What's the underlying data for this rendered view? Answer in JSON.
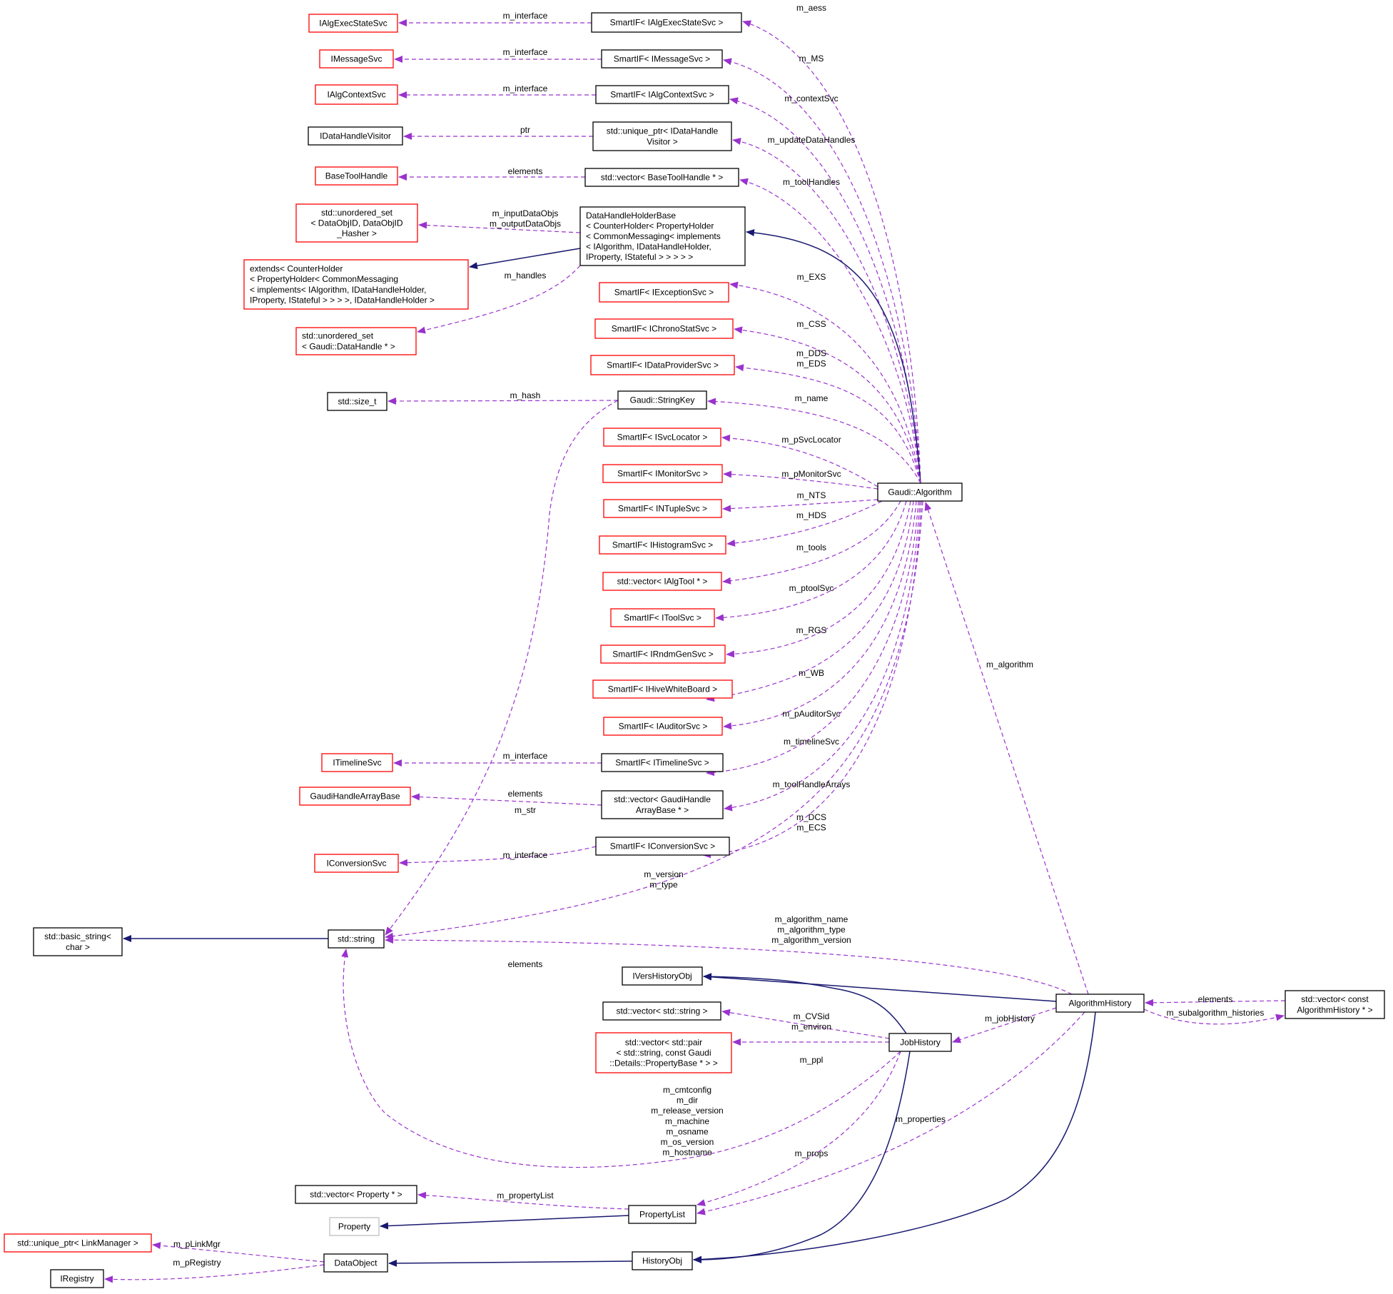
{
  "colors": {
    "border_default": "#000000",
    "border_incomplete": "#ff0000",
    "border_external": "#bfbfbf",
    "highlight_fill": "#bfbfbf",
    "inherit_edge": "#191970",
    "usage_edge": "#9a32cd"
  },
  "nodes": [
    {
      "id": "ialgexecstatesvc",
      "lines": [
        "IAlgExecStateSvc"
      ],
      "style": "incomplete"
    },
    {
      "id": "smartif-ialgexecstatesvc",
      "lines": [
        "SmartIF< IAlgExecStateSvc >"
      ],
      "style": "default"
    },
    {
      "id": "imessagesvc",
      "lines": [
        "IMessageSvc"
      ],
      "style": "incomplete"
    },
    {
      "id": "smartif-imessagesvc",
      "lines": [
        "SmartIF< IMessageSvc >"
      ],
      "style": "default"
    },
    {
      "id": "ialgcontextsvc",
      "lines": [
        "IAlgContextSvc"
      ],
      "style": "incomplete"
    },
    {
      "id": "smartif-ialgcontextsvc",
      "lines": [
        "SmartIF< IAlgContextSvc >"
      ],
      "style": "default"
    },
    {
      "id": "idatahandlevisitor",
      "lines": [
        "IDataHandleVisitor"
      ],
      "style": "default"
    },
    {
      "id": "unique-ptr-idatahandlevisitor",
      "lines": [
        "std::unique_ptr< IDataHandle",
        "Visitor >"
      ],
      "style": "default"
    },
    {
      "id": "basetoolhandle",
      "lines": [
        "BaseToolHandle"
      ],
      "style": "incomplete"
    },
    {
      "id": "vector-basetoolhandle",
      "lines": [
        "std::vector< BaseToolHandle * >"
      ],
      "style": "default"
    },
    {
      "id": "unordered-set-dataobjid",
      "lines": [
        "std::unordered_set",
        "< DataObjID, DataObjID",
        "_Hasher >"
      ],
      "style": "incomplete"
    },
    {
      "id": "datahandleholderbase",
      "lines": [
        "DataHandleHolderBase",
        "< CounterHolder< PropertyHolder",
        "< CommonMessaging< implements",
        "< IAlgorithm, IDataHandleHolder,",
        "IProperty, IStateful > > > > >"
      ],
      "style": "default",
      "align": "left"
    },
    {
      "id": "extends-counterholder",
      "lines": [
        "extends< CounterHolder",
        "< PropertyHolder< CommonMessaging",
        "< implements< IAlgorithm, IDataHandleHolder,",
        "IProperty, IStateful > > > >, IDataHandleHolder >"
      ],
      "style": "incomplete",
      "align": "left"
    },
    {
      "id": "smartif-iexceptionsvc",
      "lines": [
        "SmartIF< IExceptionSvc >"
      ],
      "style": "incomplete"
    },
    {
      "id": "unordered-set-datahandle",
      "lines": [
        "std::unordered_set",
        "< Gaudi::DataHandle * >"
      ],
      "style": "incomplete",
      "align": "left"
    },
    {
      "id": "smartif-ichronostatsvc",
      "lines": [
        "SmartIF< IChronoStatSvc >"
      ],
      "style": "incomplete"
    },
    {
      "id": "smartif-idataprovidersvc",
      "lines": [
        "SmartIF< IDataProviderSvc >"
      ],
      "style": "incomplete"
    },
    {
      "id": "std-size-t",
      "lines": [
        "std::size_t"
      ],
      "style": "default"
    },
    {
      "id": "gaudi-stringkey",
      "lines": [
        "Gaudi::StringKey"
      ],
      "style": "default"
    },
    {
      "id": "smartif-isvclocator",
      "lines": [
        "SmartIF< ISvcLocator >"
      ],
      "style": "incomplete"
    },
    {
      "id": "smartif-imonitorsvc",
      "lines": [
        "SmartIF< IMonitorSvc >"
      ],
      "style": "incomplete"
    },
    {
      "id": "gaudi-algorithm",
      "lines": [
        "Gaudi::Algorithm"
      ],
      "style": "default"
    },
    {
      "id": "smartif-intuplesvc",
      "lines": [
        "SmartIF< INTupleSvc >"
      ],
      "style": "incomplete"
    },
    {
      "id": "smartif-ihistogramsvc",
      "lines": [
        "SmartIF< IHistogramSvc >"
      ],
      "style": "incomplete"
    },
    {
      "id": "vector-ialgtool",
      "lines": [
        "std::vector< IAlgTool * >"
      ],
      "style": "incomplete"
    },
    {
      "id": "smartif-itoolsvc",
      "lines": [
        "SmartIF< IToolSvc >"
      ],
      "style": "incomplete"
    },
    {
      "id": "smartif-irndmgensvc",
      "lines": [
        "SmartIF< IRndmGenSvc >"
      ],
      "style": "incomplete"
    },
    {
      "id": "smartif-ihivewhiteboard",
      "lines": [
        "SmartIF< IHiveWhiteBoard >"
      ],
      "style": "incomplete"
    },
    {
      "id": "smartif-iauditorsvc",
      "lines": [
        "SmartIF< IAuditorSvc >"
      ],
      "style": "incomplete"
    },
    {
      "id": "itimelinesvc",
      "lines": [
        "ITimelineSvc"
      ],
      "style": "incomplete"
    },
    {
      "id": "smartif-itimelinesvc",
      "lines": [
        "SmartIF< ITimelineSvc >"
      ],
      "style": "default"
    },
    {
      "id": "gaudihandlearraybase",
      "lines": [
        "GaudiHandleArrayBase"
      ],
      "style": "incomplete"
    },
    {
      "id": "vector-gaudihandlearraybase",
      "lines": [
        "std::vector< GaudiHandle",
        "ArrayBase * >"
      ],
      "style": "default"
    },
    {
      "id": "iconversionsvc",
      "lines": [
        "IConversionSvc"
      ],
      "style": "incomplete"
    },
    {
      "id": "smartif-iconversionsvc",
      "lines": [
        "SmartIF< IConversionSvc >"
      ],
      "style": "default"
    },
    {
      "id": "std-basic-string",
      "lines": [
        "std::basic_string<",
        "char >"
      ],
      "style": "default"
    },
    {
      "id": "std-string",
      "lines": [
        "std::string"
      ],
      "style": "default"
    },
    {
      "id": "iverhistoryobj",
      "lines": [
        "IVersHistoryObj"
      ],
      "style": "default"
    },
    {
      "id": "algorithmhistory",
      "lines": [
        "AlgorithmHistory"
      ],
      "style": "highlight"
    },
    {
      "id": "vector-algorithmhistory",
      "lines": [
        "std::vector< const",
        "AlgorithmHistory * >"
      ],
      "style": "default"
    },
    {
      "id": "vector-string",
      "lines": [
        "std::vector< std::string >"
      ],
      "style": "default"
    },
    {
      "id": "vector-pair",
      "lines": [
        "std::vector< std::pair",
        "< std::string, const Gaudi",
        "::Details::PropertyBase * > >"
      ],
      "style": "incomplete"
    },
    {
      "id": "jobhistory",
      "lines": [
        "JobHistory"
      ],
      "style": "default"
    },
    {
      "id": "vector-property",
      "lines": [
        "std::vector< Property * >"
      ],
      "style": "default"
    },
    {
      "id": "propertylist",
      "lines": [
        "PropertyList"
      ],
      "style": "default"
    },
    {
      "id": "property",
      "lines": [
        "Property"
      ],
      "style": "external"
    },
    {
      "id": "unique-ptr-linkmanager",
      "lines": [
        "std::unique_ptr< LinkManager >"
      ],
      "style": "incomplete"
    },
    {
      "id": "dataobject",
      "lines": [
        "DataObject"
      ],
      "style": "default"
    },
    {
      "id": "historyobj",
      "lines": [
        "HistoryObj"
      ],
      "style": "default"
    },
    {
      "id": "iregistry",
      "lines": [
        "IRegistry"
      ],
      "style": "default"
    }
  ],
  "edge_labels": [
    {
      "id": "ialgexecstatesvc-interface",
      "lines": [
        "m_interface"
      ]
    },
    {
      "id": "imessagesvc-interface",
      "lines": [
        "m_interface"
      ]
    },
    {
      "id": "ialgcontextsvc-interface",
      "lines": [
        "m_interface"
      ]
    },
    {
      "id": "idatahandlevisitor-ptr",
      "lines": [
        "ptr"
      ]
    },
    {
      "id": "basetoolhandle-elements",
      "lines": [
        "elements"
      ]
    },
    {
      "id": "dataobjs",
      "lines": [
        "m_inputDataObjs",
        "m_outputDataObjs"
      ]
    },
    {
      "id": "handles",
      "lines": [
        "m_handles"
      ]
    },
    {
      "id": "size-hash",
      "lines": [
        "m_hash"
      ]
    },
    {
      "id": "itimelinesvc-interface",
      "lines": [
        "m_interface"
      ]
    },
    {
      "id": "gaudihandlearray-elements",
      "lines": [
        "elements"
      ]
    },
    {
      "id": "stringkey-str",
      "lines": [
        "m_str"
      ]
    },
    {
      "id": "iconversionsvc-interface",
      "lines": [
        "m_interface"
      ]
    },
    {
      "id": "aess",
      "lines": [
        "m_aess"
      ]
    },
    {
      "id": "ms",
      "lines": [
        "m_MS"
      ]
    },
    {
      "id": "contextsvc",
      "lines": [
        "m_contextSvc"
      ]
    },
    {
      "id": "updatedatahandles",
      "lines": [
        "m_updateDataHandles"
      ]
    },
    {
      "id": "toolhandles",
      "lines": [
        "m_toolHandles"
      ]
    },
    {
      "id": "exs",
      "lines": [
        "m_EXS"
      ]
    },
    {
      "id": "css",
      "lines": [
        "m_CSS"
      ]
    },
    {
      "id": "dds-eds",
      "lines": [
        "m_DDS",
        "m_EDS"
      ]
    },
    {
      "id": "name",
      "lines": [
        "m_name"
      ]
    },
    {
      "id": "psvclocator",
      "lines": [
        "m_pSvcLocator"
      ]
    },
    {
      "id": "pmonitorsvc",
      "lines": [
        "m_pMonitorSvc"
      ]
    },
    {
      "id": "nts",
      "lines": [
        "m_NTS"
      ]
    },
    {
      "id": "hds",
      "lines": [
        "m_HDS"
      ]
    },
    {
      "id": "tools",
      "lines": [
        "m_tools"
      ]
    },
    {
      "id": "ptoolsvc",
      "lines": [
        "m_ptoolSvc"
      ]
    },
    {
      "id": "rgs",
      "lines": [
        "m_RGS"
      ]
    },
    {
      "id": "wb",
      "lines": [
        "m_WB"
      ]
    },
    {
      "id": "pauditorsvc",
      "lines": [
        "m_pAuditorSvc"
      ]
    },
    {
      "id": "timelinesvc",
      "lines": [
        "m_timelineSvc"
      ]
    },
    {
      "id": "toolhandlearrays",
      "lines": [
        "m_toolHandleArrays"
      ]
    },
    {
      "id": "dcs-ecs",
      "lines": [
        "m_DCS",
        "m_ECS"
      ]
    },
    {
      "id": "version-type",
      "lines": [
        "m_version",
        "m_type"
      ]
    },
    {
      "id": "algorithm-name-type-version",
      "lines": [
        "m_algorithm_name",
        "m_algorithm_type",
        "m_algorithm_version"
      ]
    },
    {
      "id": "m-algorithm",
      "lines": [
        "m_algorithm"
      ]
    },
    {
      "id": "vector-string-elements",
      "lines": [
        "elements"
      ]
    },
    {
      "id": "cvsid-environ",
      "lines": [
        "m_CVSid",
        "m_environ"
      ]
    },
    {
      "id": "ppl",
      "lines": [
        "m_ppl"
      ]
    },
    {
      "id": "jobhistory-strings",
      "lines": [
        "m_cmtconfig",
        "m_dir",
        "m_release_version",
        "m_machine",
        "m_osname",
        "m_os_version",
        "m_hostname"
      ]
    },
    {
      "id": "m-jobhistory",
      "lines": [
        "m_jobHistory"
      ]
    },
    {
      "id": "algohist-elements",
      "lines": [
        "elements"
      ]
    },
    {
      "id": "subalgorithm-histories",
      "lines": [
        "m_subalgorithm_histories"
      ]
    },
    {
      "id": "m-properties",
      "lines": [
        "m_properties"
      ]
    },
    {
      "id": "m-props",
      "lines": [
        "m_props"
      ]
    },
    {
      "id": "m-propertylist",
      "lines": [
        "m_propertyList"
      ]
    },
    {
      "id": "plinkmgr",
      "lines": [
        "m_pLinkMgr"
      ]
    },
    {
      "id": "pregistry",
      "lines": [
        "m_pRegistry"
      ]
    }
  ]
}
